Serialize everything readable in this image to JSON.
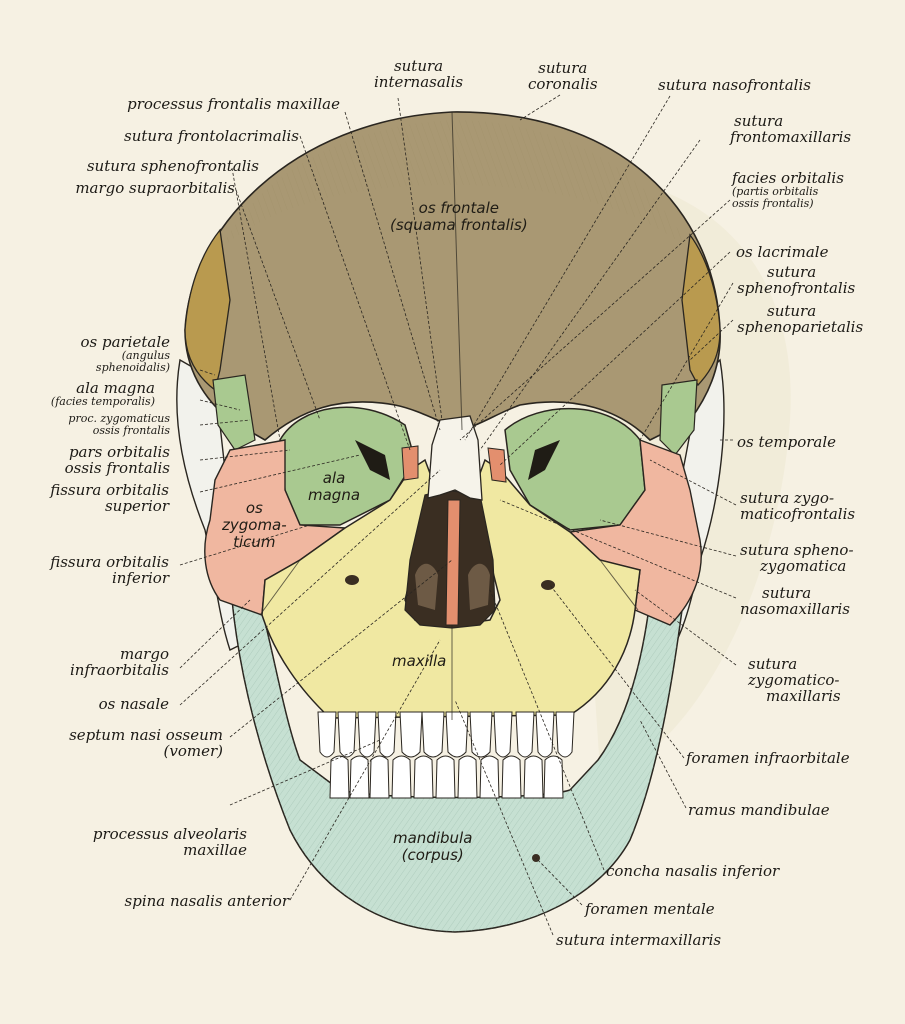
{
  "colors": {
    "background": "#f6f1e3",
    "frontal": "#a99873",
    "parietal": "#b99a4f",
    "sphenoid": "#a9c990",
    "zygomatic": "#f0b7a0",
    "maxilla": "#f0e8a2",
    "mandible": "#c6e0d2",
    "temporal": "#f2f2ec",
    "nasal": "#f6f3ea",
    "lacrimal": "#e38f6e",
    "teeth": "#ffffff",
    "ink": "#1c1a16"
  },
  "bones": {
    "frontal": [
      "os frontale",
      "(squama frontalis)"
    ],
    "ala_magna": [
      "ala",
      "magna"
    ],
    "zygoma": [
      "os",
      "zygoma-",
      "ticum"
    ],
    "maxilla": [
      "maxilla"
    ],
    "mandibula": [
      "mandibula",
      "(corpus)"
    ]
  },
  "labels_left": {
    "processus_frontalis": [
      "processus frontalis maxillae"
    ],
    "sutura_frontolacrimalis": [
      "sutura frontolacrimalis"
    ],
    "sutura_sphenofrontalis_l": [
      "sutura sphenofrontalis"
    ],
    "margo_supraorbitalis": [
      "margo supraorbitalis"
    ],
    "os_parietale": [
      "os parietale",
      "(angulus",
      "sphenoidalis)"
    ],
    "ala_magna": [
      "ala magna",
      "(facies temporalis)"
    ],
    "proc_zygomaticus": [
      "proc. zygomaticus",
      "ossis frontalis"
    ],
    "pars_orbitalis": [
      "pars orbitalis",
      "ossis frontalis"
    ],
    "fissura_superior": [
      "fissura orbitalis",
      "superior"
    ],
    "fissura_inferior": [
      "fissura orbitalis",
      "inferior"
    ],
    "margo_infraorbitalis": [
      "margo",
      "infraorbitalis"
    ],
    "os_nasale": [
      "os nasale"
    ],
    "septum": [
      "septum nasi osseum",
      "(vomer)"
    ],
    "processus_alveolaris": [
      "processus alveolaris",
      "maxillae"
    ],
    "spina_nasalis": [
      "spina nasalis anterior"
    ]
  },
  "labels_top": {
    "sutura_internasalis": [
      "sutura",
      "internasalis"
    ],
    "sutura_coronalis": [
      "sutura",
      "coronalis"
    ],
    "sutura_nasofrontalis": [
      "sutura nasofrontalis"
    ]
  },
  "labels_right": {
    "sutura_frontomaxillaris": [
      "sutura",
      "frontomaxillaris"
    ],
    "facies_orbitalis": [
      "facies orbitalis",
      "(partis orbitalis",
      "ossis frontalis)"
    ],
    "os_lacrimale": [
      "os lacrimale"
    ],
    "sutura_sphenofrontalis_r": [
      "sutura",
      "sphenofrontalis"
    ],
    "sutura_sphenoparietalis": [
      "sutura",
      "sphenoparietalis"
    ],
    "os_temporale": [
      "os temporale"
    ],
    "sutura_zygomaticofrontalis": [
      "sutura zygo-",
      "maticofrontalis"
    ],
    "sutura_sphenozygomatica": [
      "sutura spheno-",
      "zygomatica"
    ],
    "sutura_nasomaxillaris": [
      "sutura",
      "nasomaxillaris"
    ],
    "sutura_zygomaticomaxillaris": [
      "sutura",
      "zygomatico-",
      "maxillaris"
    ],
    "foramen_infraorbitale": [
      "foramen infraorbitale"
    ],
    "ramus_mandibulae": [
      "ramus mandibulae"
    ],
    "concha_nasalis": [
      "concha nasalis inferior"
    ],
    "foramen_mentale": [
      "foramen mentale"
    ],
    "sutura_intermaxillaris": [
      "sutura intermaxillaris"
    ]
  }
}
